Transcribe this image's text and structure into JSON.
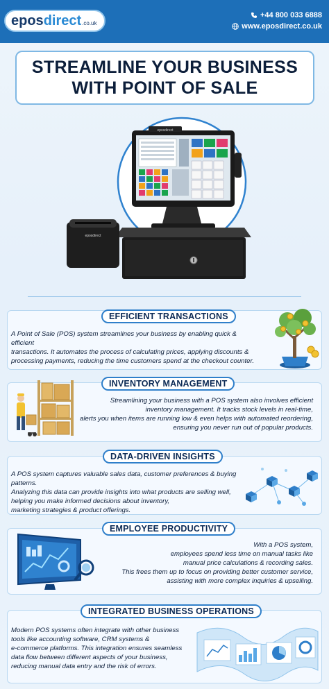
{
  "header": {
    "logo": {
      "epos": "epos",
      "direct": "direct",
      "tld": ".co.uk"
    },
    "phone": "+44 800 033 6888",
    "website": "www.eposdirect.co.uk",
    "icons": [
      "phone-icon",
      "globe-icon"
    ]
  },
  "title": {
    "line1": "STREAMLINE YOUR BUSINESS",
    "line2": "WITH POINT OF SALE"
  },
  "hardware": {
    "terminal_brand": "eposdirect",
    "printer_brand": "eposdirect"
  },
  "sections": [
    {
      "heading": "EFFICIENT TRANSACTIONS",
      "lines": [
        "A Point of Sale (POS) system streamlines your business by enabling quick & efficient",
        "transactions. It automates the process of calculating prices, applying discounts &",
        "processing payments, reducing the time customers spend at the checkout counter."
      ],
      "illustration": "money-tree-icon"
    },
    {
      "heading": "INVENTORY MANAGEMENT",
      "lines": [
        "Streamlining your business with a POS system also involves efficient",
        "inventory management. It tracks stock levels in real-time,",
        "alerts you when items are running low & even helps with automated reordering,",
        "ensuring you never run out of popular products."
      ],
      "illustration": "warehouse-worker-icon"
    },
    {
      "heading": "DATA-DRIVEN INSIGHTS",
      "lines": [
        "A POS system captures valuable sales data, customer preferences & buying patterns.",
        "Analyzing this data can provide insights into what products are selling well,",
        "helping you make informed decisions about inventory,",
        "marketing strategies & product offerings."
      ],
      "illustration": "data-network-icon"
    },
    {
      "heading": "EMPLOYEE PRODUCTIVITY",
      "lines": [
        "With a POS system,",
        "employees spend less time on manual tasks like",
        "manual price calculations & recording sales.",
        "This frees them up to focus on providing better customer service,",
        "assisting with more complex inquiries & upselling."
      ],
      "illustration": "analytics-monitor-icon"
    },
    {
      "heading": "INTEGRATED BUSINESS OPERATIONS",
      "lines": [
        "Modern POS systems often integrate with other business",
        "tools like accounting software, CRM systems &",
        "e-commerce platforms. This integration ensures seamless",
        "data flow between different aspects of your business,",
        "reducing manual data entry and the risk of errors."
      ],
      "illustration": "dashboard-ribbon-icon"
    }
  ],
  "colors": {
    "brand_blue": "#1d6fb8",
    "accent_blue": "#2f7fca",
    "navy": "#0c1e3a"
  }
}
